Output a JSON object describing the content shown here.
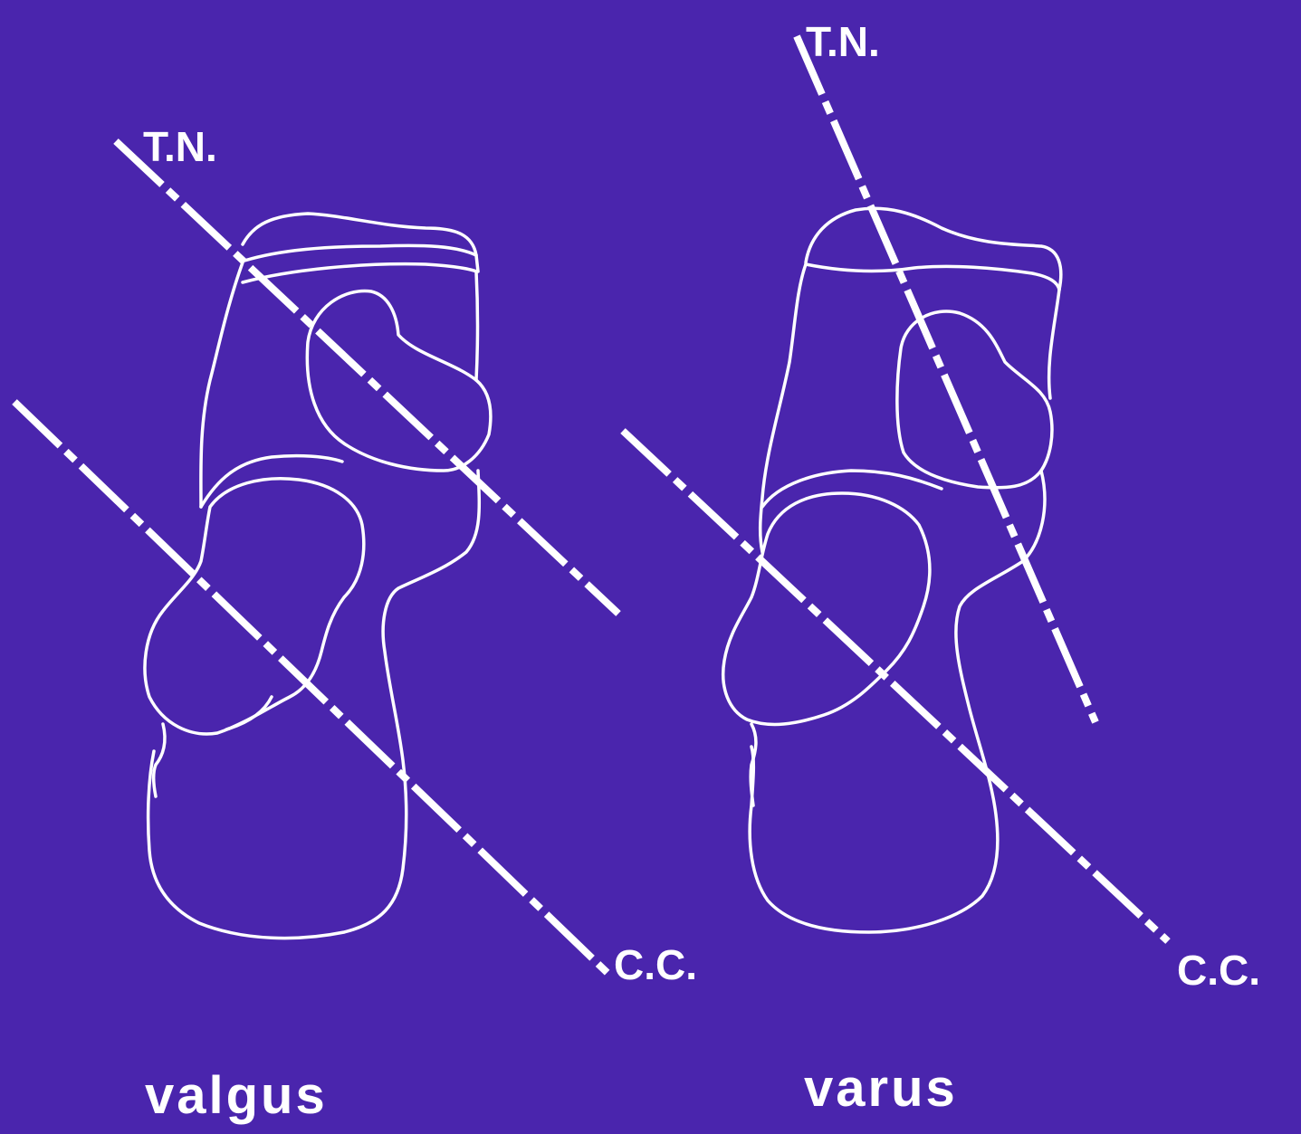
{
  "panels": {
    "valgus": {
      "caption": "valgus",
      "tn_label": "T.N.",
      "cc_label": "C.C."
    },
    "varus": {
      "caption": "varus",
      "tn_label": "T.N.",
      "cc_label": "C.C."
    }
  },
  "colors": {
    "background": "#4a25ad",
    "line": "#ffffff"
  }
}
